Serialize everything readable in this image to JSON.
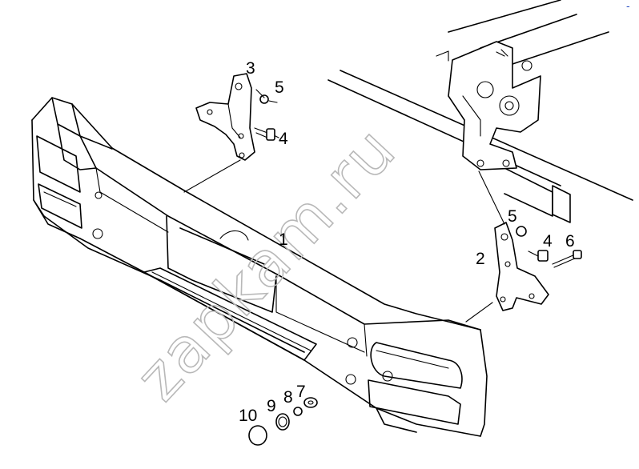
{
  "watermark": "zapkam.ru",
  "corner_mark": "-",
  "callouts": [
    {
      "id": "c1",
      "text": "1"
    },
    {
      "id": "c2",
      "text": "2"
    },
    {
      "id": "c3",
      "text": "3"
    },
    {
      "id": "c4a",
      "text": "4"
    },
    {
      "id": "c4b",
      "text": "4"
    },
    {
      "id": "c5a",
      "text": "5"
    },
    {
      "id": "c5b",
      "text": "5"
    },
    {
      "id": "c6",
      "text": "6"
    },
    {
      "id": "c7",
      "text": "7"
    },
    {
      "id": "c8",
      "text": "8"
    },
    {
      "id": "c9",
      "text": "9"
    },
    {
      "id": "c10",
      "text": "10"
    }
  ]
}
